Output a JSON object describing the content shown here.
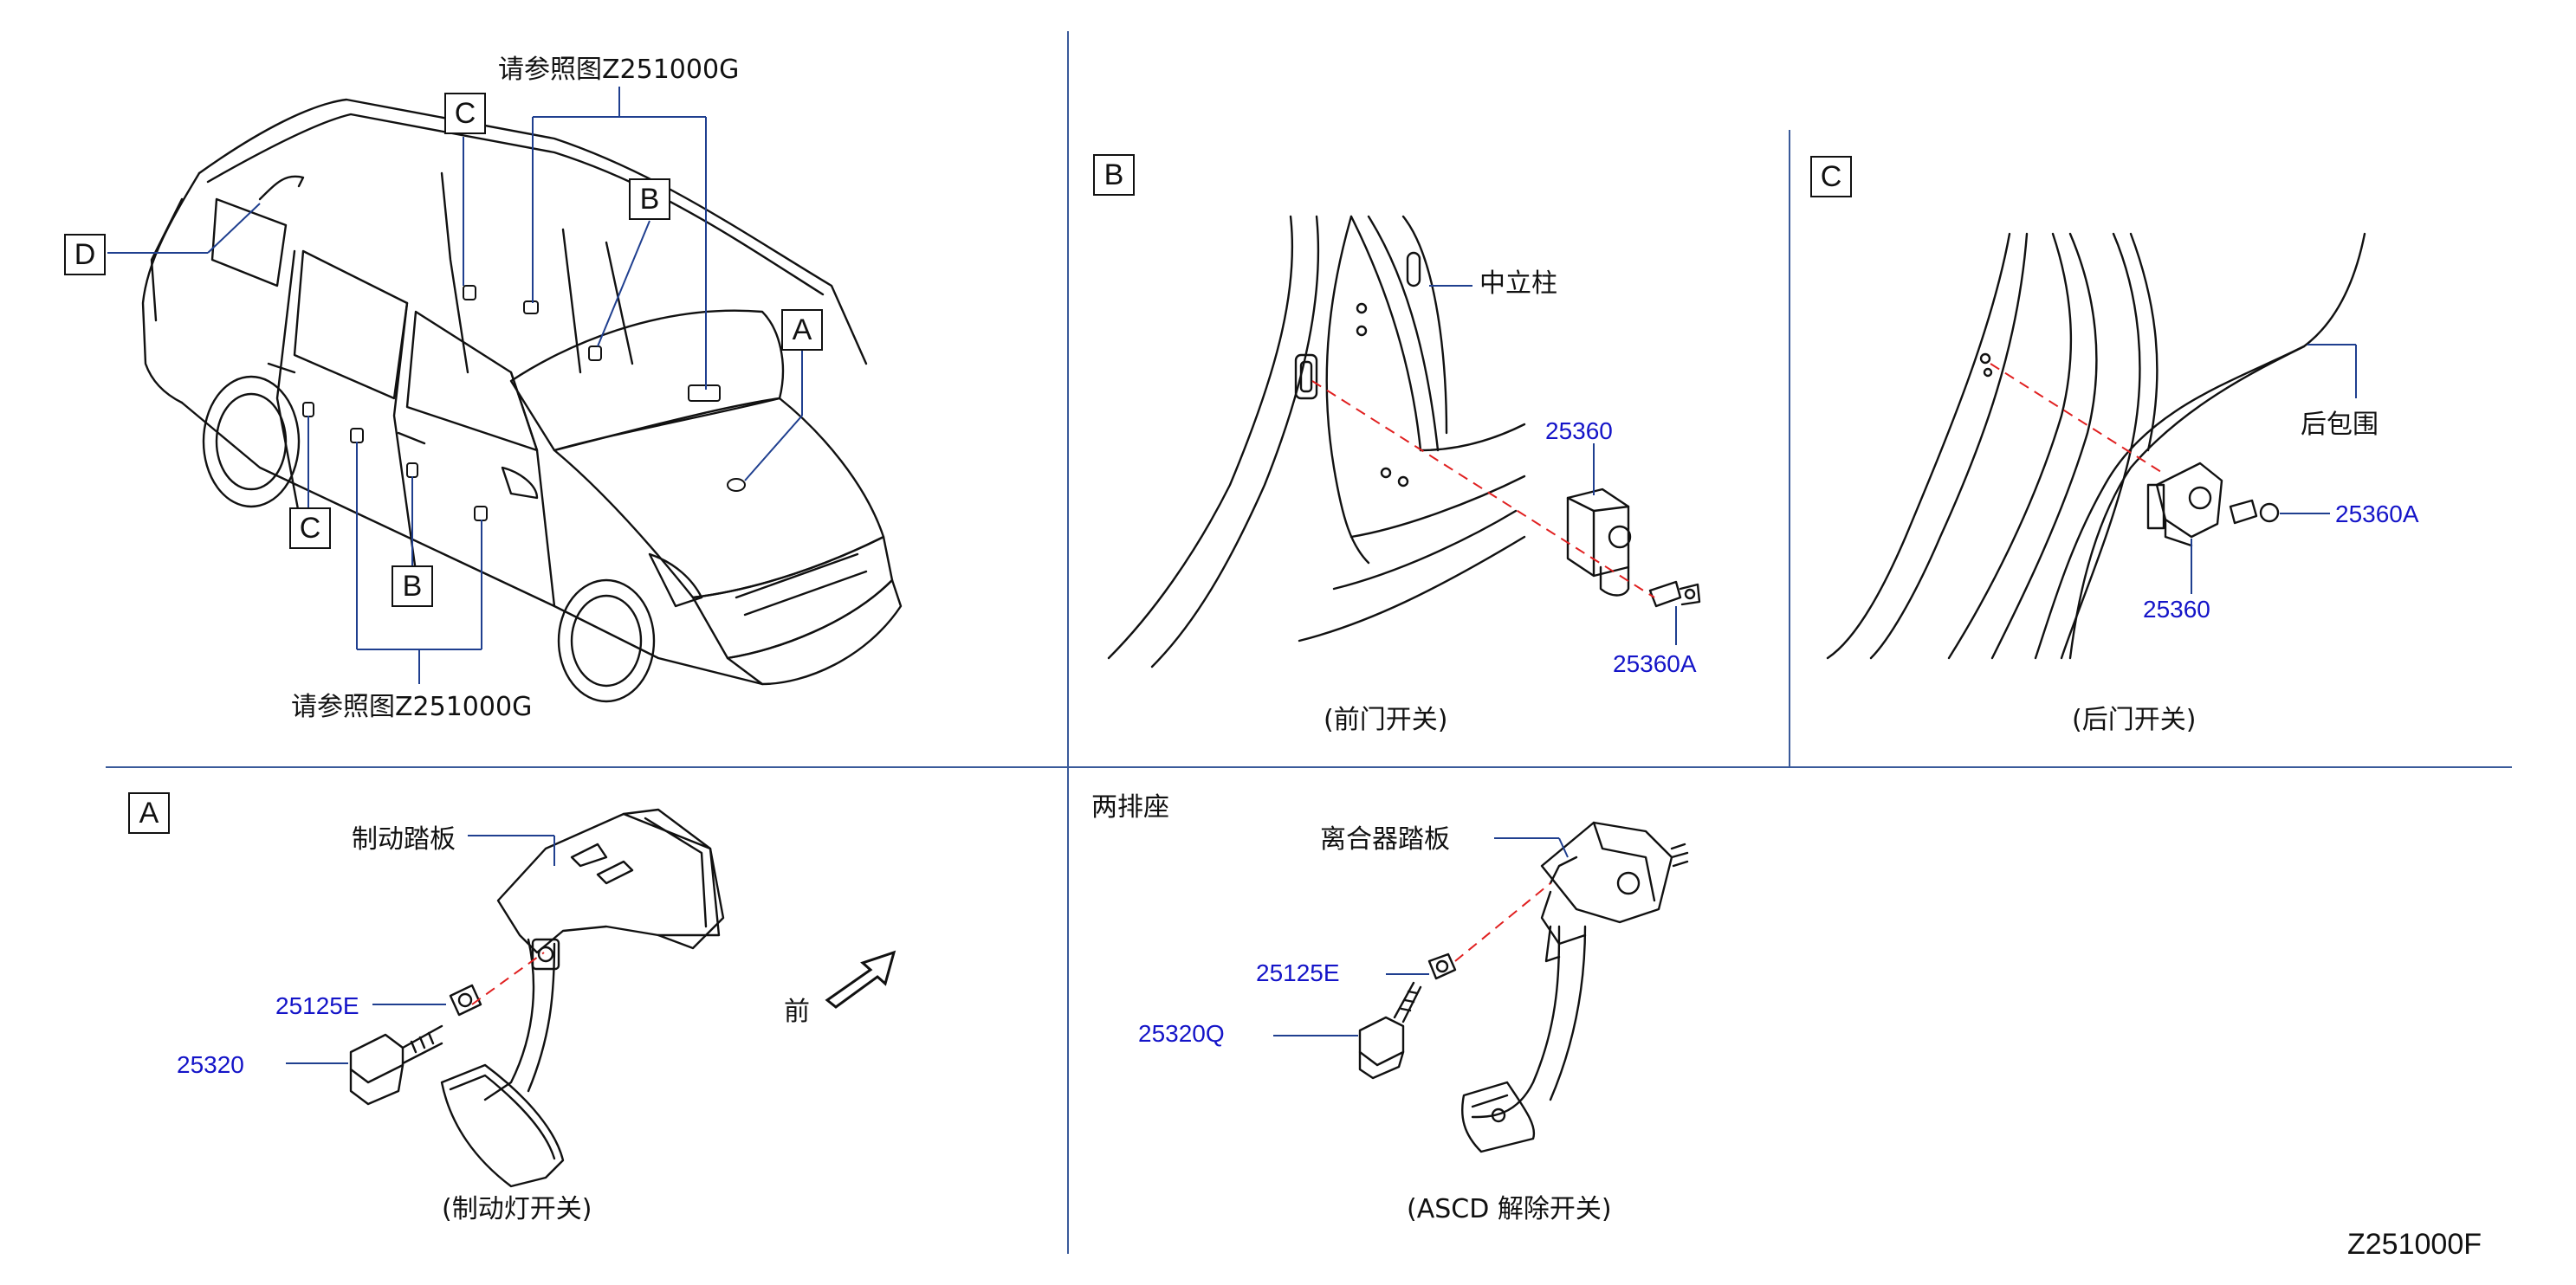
{
  "diagram_code": "Z251000F",
  "overview": {
    "ref_top": "请参照图Z251000G",
    "ref_bottom": "请参照图Z251000G",
    "callouts": [
      "A",
      "B",
      "C",
      "D",
      "B",
      "C"
    ]
  },
  "panel_b": {
    "tag": "B",
    "pillar_label": "中立柱",
    "part_switch": "25360",
    "part_bolt": "25360A",
    "caption": "(前门开关)"
  },
  "panel_c": {
    "tag": "C",
    "trim_label": "后包围",
    "part_switch": "25360",
    "part_bolt": "25360A",
    "caption": "(后门开关)"
  },
  "panel_a": {
    "tag": "A",
    "pedal_label": "制动踏板",
    "part_nut": "25125E",
    "part_switch": "25320",
    "front_label": "前",
    "caption": "(制动灯开关)"
  },
  "panel_clutch": {
    "drive_label": "两排座",
    "pedal_label": "离合器踏板",
    "part_nut": "25125E",
    "part_switch": "25320Q",
    "caption": "(ASCD   解除开关)"
  },
  "colors": {
    "line": "#111111",
    "leader": "#1f3f8f",
    "part_number": "#1414c8",
    "dashed": "#e02020",
    "divider": "#3a5a9a"
  },
  "icons": [
    "front-arrow-icon",
    "car-outline-icon"
  ]
}
